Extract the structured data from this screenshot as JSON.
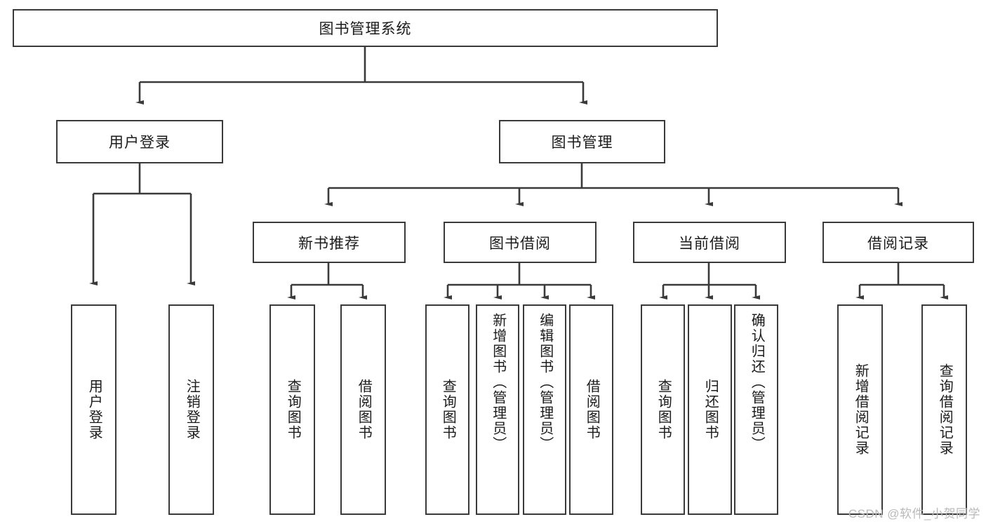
{
  "diagram": {
    "title": "图书管理系统",
    "type": "tree-hierarchy-diagram",
    "root": {
      "label": "图书管理系统"
    },
    "level2": [
      {
        "label": "用户登录"
      },
      {
        "label": "图书管理"
      }
    ],
    "level3": [
      {
        "label": "新书推荐"
      },
      {
        "label": "图书借阅"
      },
      {
        "label": "当前借阅"
      },
      {
        "label": "借阅记录"
      }
    ],
    "leaves": {
      "user_login": [
        {
          "label": "用户登录"
        },
        {
          "label": "注销登录"
        }
      ],
      "new_book_recommend": [
        {
          "label": "查询图书"
        },
        {
          "label": "借阅图书"
        }
      ],
      "book_borrow": [
        {
          "label": "查询图书"
        },
        {
          "label": "新增图书（管理员）"
        },
        {
          "label": "编辑图书（管理员）"
        },
        {
          "label": "借阅图书"
        }
      ],
      "current_borrow": [
        {
          "label": "查询图书"
        },
        {
          "label": "归还图书"
        },
        {
          "label": "确认归还（管理员）"
        }
      ],
      "borrow_record": [
        {
          "label": "新增借阅记录"
        },
        {
          "label": "查询借阅记录"
        }
      ]
    }
  },
  "watermark": {
    "text": "CSDN @软件_小贺同学"
  },
  "colors": {
    "stroke": "#3a3a3a",
    "background": "#ffffff",
    "text": "#1b1b1b",
    "watermark": "#b9b9b9"
  }
}
